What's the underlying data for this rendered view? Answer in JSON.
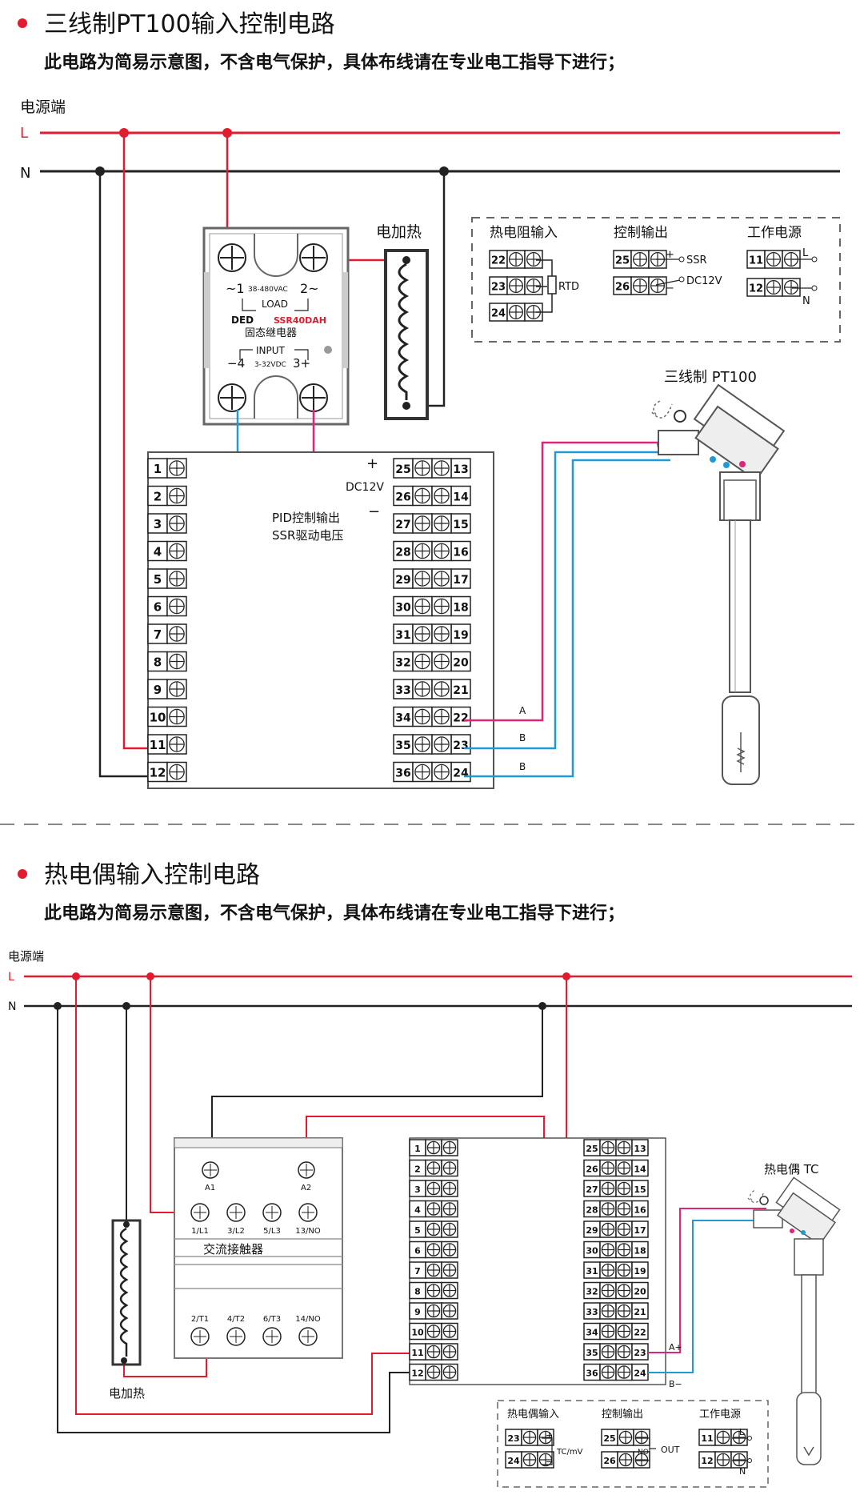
{
  "section1": {
    "title": "三线制PT100输入控制电路",
    "note": "此电路为简易示意图，不含电气保护，具体布线请在专业电工指导下进行；",
    "power_label": "电源端",
    "L": "L",
    "N": "N",
    "heater_label": "电加热",
    "ssr": {
      "range": "38-480VAC",
      "load": "LOAD",
      "brand": "DED",
      "model": "SSR40DAH",
      "name": "固态继电器",
      "input": "INPUT",
      "input_range": "3-32VDC",
      "t1": "~1",
      "t2": "2~",
      "t4": "−4",
      "t3": "3+"
    },
    "dc_label": "DC12V",
    "plus": "+",
    "minus": "−",
    "pid_line1": "PID控制输出",
    "pid_line2": "SSR驱动电压",
    "sensor_label": "三线制 PT100",
    "wire_A": "A",
    "wire_B1": "B",
    "wire_B2": "B",
    "left_terminals": [
      "1",
      "2",
      "3",
      "4",
      "5",
      "6",
      "7",
      "8",
      "9",
      "10",
      "11",
      "12"
    ],
    "right_inner": [
      "25",
      "26",
      "27",
      "28",
      "29",
      "30",
      "31",
      "32",
      "33",
      "34",
      "35",
      "36"
    ],
    "right_outer": [
      "13",
      "14",
      "15",
      "16",
      "17",
      "18",
      "19",
      "20",
      "21",
      "22",
      "23",
      "24"
    ],
    "legend": {
      "rtd_title": "热电阻输入",
      "rtd_terms": [
        "22",
        "23",
        "24"
      ],
      "rtd_label": "RTD",
      "ctrl_title": "控制输出",
      "ctrl_terms": [
        "25",
        "26"
      ],
      "ctrl_plus": "+",
      "ctrl_minus": "−",
      "ctrl_ssr": "SSR",
      "ctrl_dc": "DC12V",
      "pwr_title": "工作电源",
      "pwr_terms": [
        "11",
        "12"
      ],
      "pwr_L": "L",
      "pwr_N": "N"
    }
  },
  "section2": {
    "title": "热电偶输入控制电路",
    "note": "此电路为简易示意图，不含电气保护，具体布线请在专业电工指导下进行；",
    "power_label": "电源端",
    "L": "L",
    "N": "N",
    "contactor": {
      "A1": "A1",
      "A2": "A2",
      "top_terms": [
        "1/L1",
        "3/L2",
        "5/L3",
        "13/NO"
      ],
      "name": "交流接触器",
      "bottom_terms": [
        "2/T1",
        "4/T2",
        "6/T3",
        "14/NO"
      ]
    },
    "heater_label": "电加热",
    "sensor_label": "热电偶 TC",
    "wire_Aplus": "A+",
    "wire_Bminus": "B−",
    "left_terminals": [
      "1",
      "2",
      "3",
      "4",
      "5",
      "6",
      "7",
      "8",
      "9",
      "10",
      "11",
      "12"
    ],
    "right_inner": [
      "25",
      "26",
      "27",
      "28",
      "29",
      "30",
      "31",
      "32",
      "33",
      "34",
      "35",
      "36"
    ],
    "right_outer": [
      "13",
      "14",
      "15",
      "16",
      "17",
      "18",
      "19",
      "20",
      "21",
      "22",
      "23",
      "24"
    ],
    "legend": {
      "tc_title": "热电偶输入",
      "tc_terms": [
        "23",
        "24"
      ],
      "tc_plus": "+",
      "tc_minus": "−",
      "tc_label": "TC/mV",
      "ctrl_title": "控制输出",
      "ctrl_terms": [
        "25",
        "26"
      ],
      "ctrl_no": "NO",
      "ctrl_out": "OUT",
      "pwr_title": "工作电源",
      "pwr_terms": [
        "11",
        "12"
      ],
      "pwr_L": "L",
      "pwr_N": "N"
    }
  },
  "colors": {
    "red": "#e31b2e",
    "black": "#222222",
    "magenta": "#e0247a",
    "blue": "#1f9ad8"
  }
}
